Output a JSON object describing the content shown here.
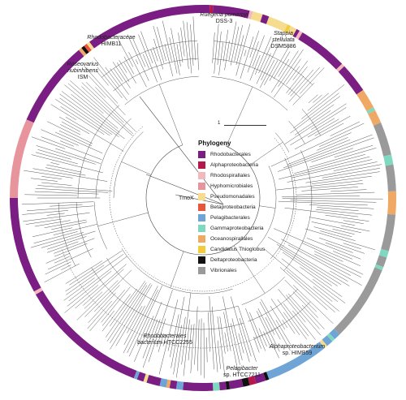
{
  "colors": {
    "Rhodobacterales": "#7b1e83",
    "Alphaproteobacteria": "#b5184a",
    "Rhodospirallales": "#f2b8c0",
    "Hyphomicrobiales": "#e8949c",
    "Pseudomonadales": "#f6dc8e",
    "Betaproteobacteria": "#e8553a",
    "Pelagibacterales": "#6fa4d6",
    "Gammaproteobacteria": "#7fd9c0",
    "Oceanospirallales": "#f0a865",
    "Candidatus Thioglobus": "#f2cc3a",
    "Deltaproteobacteria": "#111111",
    "Vibrionales": "#9a9a9a"
  },
  "legend": {
    "title": "Phylogeny",
    "items": [
      {
        "label": "Rhodobacterales",
        "key": "Rhodobacterales"
      },
      {
        "label": "Alphaproteobacteria",
        "key": "Alphaproteobacteria"
      },
      {
        "label": "Rhodospirallales",
        "key": "Rhodospirallales"
      },
      {
        "label": "Hyphomicrobiales",
        "key": "Hyphomicrobiales"
      },
      {
        "label": "Pseudomonadales",
        "key": "Pseudomonadales"
      },
      {
        "label": "Betaproteobacteria",
        "key": "Betaproteobacteria"
      },
      {
        "label": "Pelagibacterales",
        "key": "Pelagibacterales"
      },
      {
        "label": "Gammaproteobacteria",
        "key": "Gammaproteobacteria"
      },
      {
        "label": "Oceanospirallales",
        "key": "Oceanospirallales"
      },
      {
        "label": "Candidatus Thioglobus",
        "key": "Candidatus Thioglobus"
      },
      {
        "label": "Deltaproteobacteria",
        "key": "Deltaproteobacteria"
      },
      {
        "label": "Vibrionales",
        "key": "Vibrionales"
      }
    ]
  },
  "scale_bar": "1",
  "root_label": "TmoX",
  "taxa": [
    {
      "name": "Ruegeria pomeroyi",
      "strain": "DSS-3"
    },
    {
      "name": "Stappia stellulata",
      "strain": "DSM5886"
    },
    {
      "name": "Rhodobacteraceae",
      "strain": "HIMB11"
    },
    {
      "name": "Roseovarius nubinhibens",
      "strain": "ISM"
    },
    {
      "name": "Rhodobacterales",
      "strain": "bacterium HTCC2255"
    },
    {
      "name": "Alphaproteobacterium",
      "strain": "sp. HIMB59"
    },
    {
      "name": "Pelagibacter",
      "strain": "sp. HTCC7211"
    }
  ],
  "ring_segments": [
    [
      "Rhodobacterales",
      0
    ],
    [
      "Alphaproteobacteria",
      2
    ],
    [
      "Rhodobacterales",
      3
    ],
    [
      "Rhodospirallales",
      14
    ],
    [
      "Pseudomonadales",
      15
    ],
    [
      "Rhodobacterales",
      18
    ],
    [
      "Pseudomonadales",
      20
    ],
    [
      "Candidatus Thioglobus",
      26
    ],
    [
      "Pseudomonadales",
      27
    ],
    [
      "Rhodobacterales",
      29
    ],
    [
      "Rhodospirallales",
      30
    ],
    [
      "Rhodobacterales",
      31
    ],
    [
      "Rhodospirallales",
      46
    ],
    [
      "Rhodobacterales",
      47
    ],
    [
      "Oceanospirallales",
      56
    ],
    [
      "Gammaproteobacteria",
      62
    ],
    [
      "Oceanospirallales",
      63
    ],
    [
      "Vibrionales",
      67
    ],
    [
      "Gammaproteobacteria",
      77
    ],
    [
      "Vibrionales",
      80
    ],
    [
      "Oceanospirallales",
      88
    ],
    [
      "Vibrionales",
      95
    ],
    [
      "Gammaproteobacteria",
      106
    ],
    [
      "Vibrionales",
      108
    ],
    [
      "Gammaproteobacteria",
      111
    ],
    [
      "Vibrionales",
      112
    ],
    [
      "Pelagibacterales",
      135
    ],
    [
      "Gammaproteobacteria",
      137
    ],
    [
      "Pelagibacterales",
      138
    ],
    [
      "Pseudomonadales",
      140
    ],
    [
      "Pelagibacterales",
      141
    ],
    [
      "Deltaproteobacteria",
      160
    ],
    [
      "Rhodobacterales",
      161
    ],
    [
      "Alphaproteobacteria",
      164
    ],
    [
      "Deltaproteobacteria",
      166
    ],
    [
      "Rhodobacterales",
      168
    ],
    [
      "Deltaproteobacteria",
      172
    ],
    [
      "Rhodobacterales",
      173
    ],
    [
      "Gammaproteobacteria",
      175
    ],
    [
      "Rhodobacterales",
      177
    ],
    [
      "Pelagibacterales",
      186
    ],
    [
      "Rhodobacterales",
      188
    ],
    [
      "Oceanospirallales",
      190
    ],
    [
      "Pelagibacterales",
      191
    ],
    [
      "Rhodobacterales",
      193
    ],
    [
      "Pseudomonadales",
      197
    ],
    [
      "Rhodobacterales",
      198
    ],
    [
      "Pelagibacterales",
      200
    ],
    [
      "Rhodobacterales",
      201
    ],
    [
      "Rhodospirallales",
      240
    ],
    [
      "Rhodobacterales",
      241
    ],
    [
      "Hyphomicrobiales",
      270
    ],
    [
      "Rhodobacterales",
      294
    ],
    [
      "Oceanospirallales",
      320
    ],
    [
      "Deltaproteobacteria",
      321
    ],
    [
      "Betaproteobacteria",
      322
    ],
    [
      "Pseudomonadales",
      323
    ],
    [
      "Rhodobacterales",
      324
    ],
    [
      "Rhodobacterales",
      360
    ]
  ]
}
